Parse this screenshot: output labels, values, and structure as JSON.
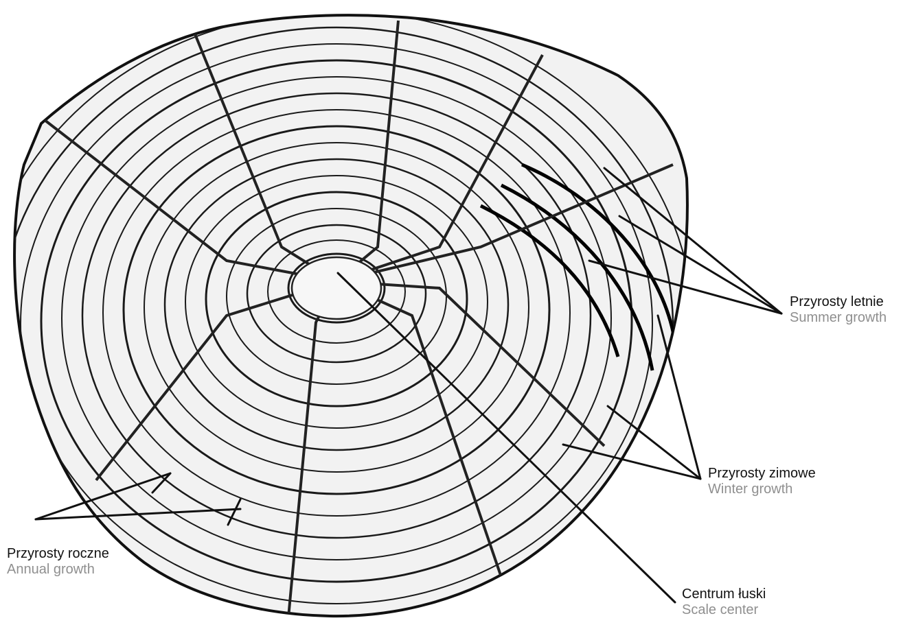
{
  "labels": {
    "summer": {
      "pl": "Przyrosty letnie",
      "en": "Summer growth"
    },
    "winter": {
      "pl": "Przyrosty zimowe",
      "en": "Winter growth"
    },
    "annual": {
      "pl": "Przyrosty roczne",
      "en": "Annual growth"
    },
    "center": {
      "pl": "Centrum łuski",
      "en": "Scale center"
    }
  },
  "colors": {
    "ink": "#111111",
    "translation_text": "#8f8f8f",
    "scale_fill": "#f2f2f2",
    "background": "#ffffff"
  }
}
